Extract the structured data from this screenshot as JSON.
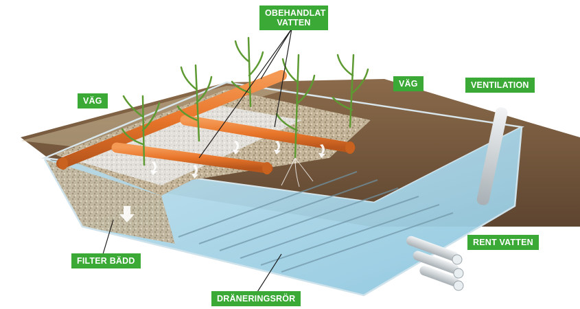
{
  "labels": {
    "untreated_water": "OBEHANDLAT\nVATTEN",
    "road_left": "VÄG",
    "road_right": "VÄG",
    "ventilation": "VENTILATION",
    "clean_water": "RENT VATTEN",
    "filter_bed": "FILTER BÄDD",
    "drainage_pipes": "DRÄNERINGSRÖR"
  },
  "colors": {
    "label_bg": "#3aa935",
    "label_text": "#ffffff",
    "pipe": "#e8752a",
    "water": "#9fd0e4",
    "gravel": "#b9a98c",
    "soil": "#6b5038",
    "plant": "#6aa83a"
  },
  "icons": [
    "flow-arrow-icon",
    "plant-icon",
    "pipe-icon"
  ]
}
